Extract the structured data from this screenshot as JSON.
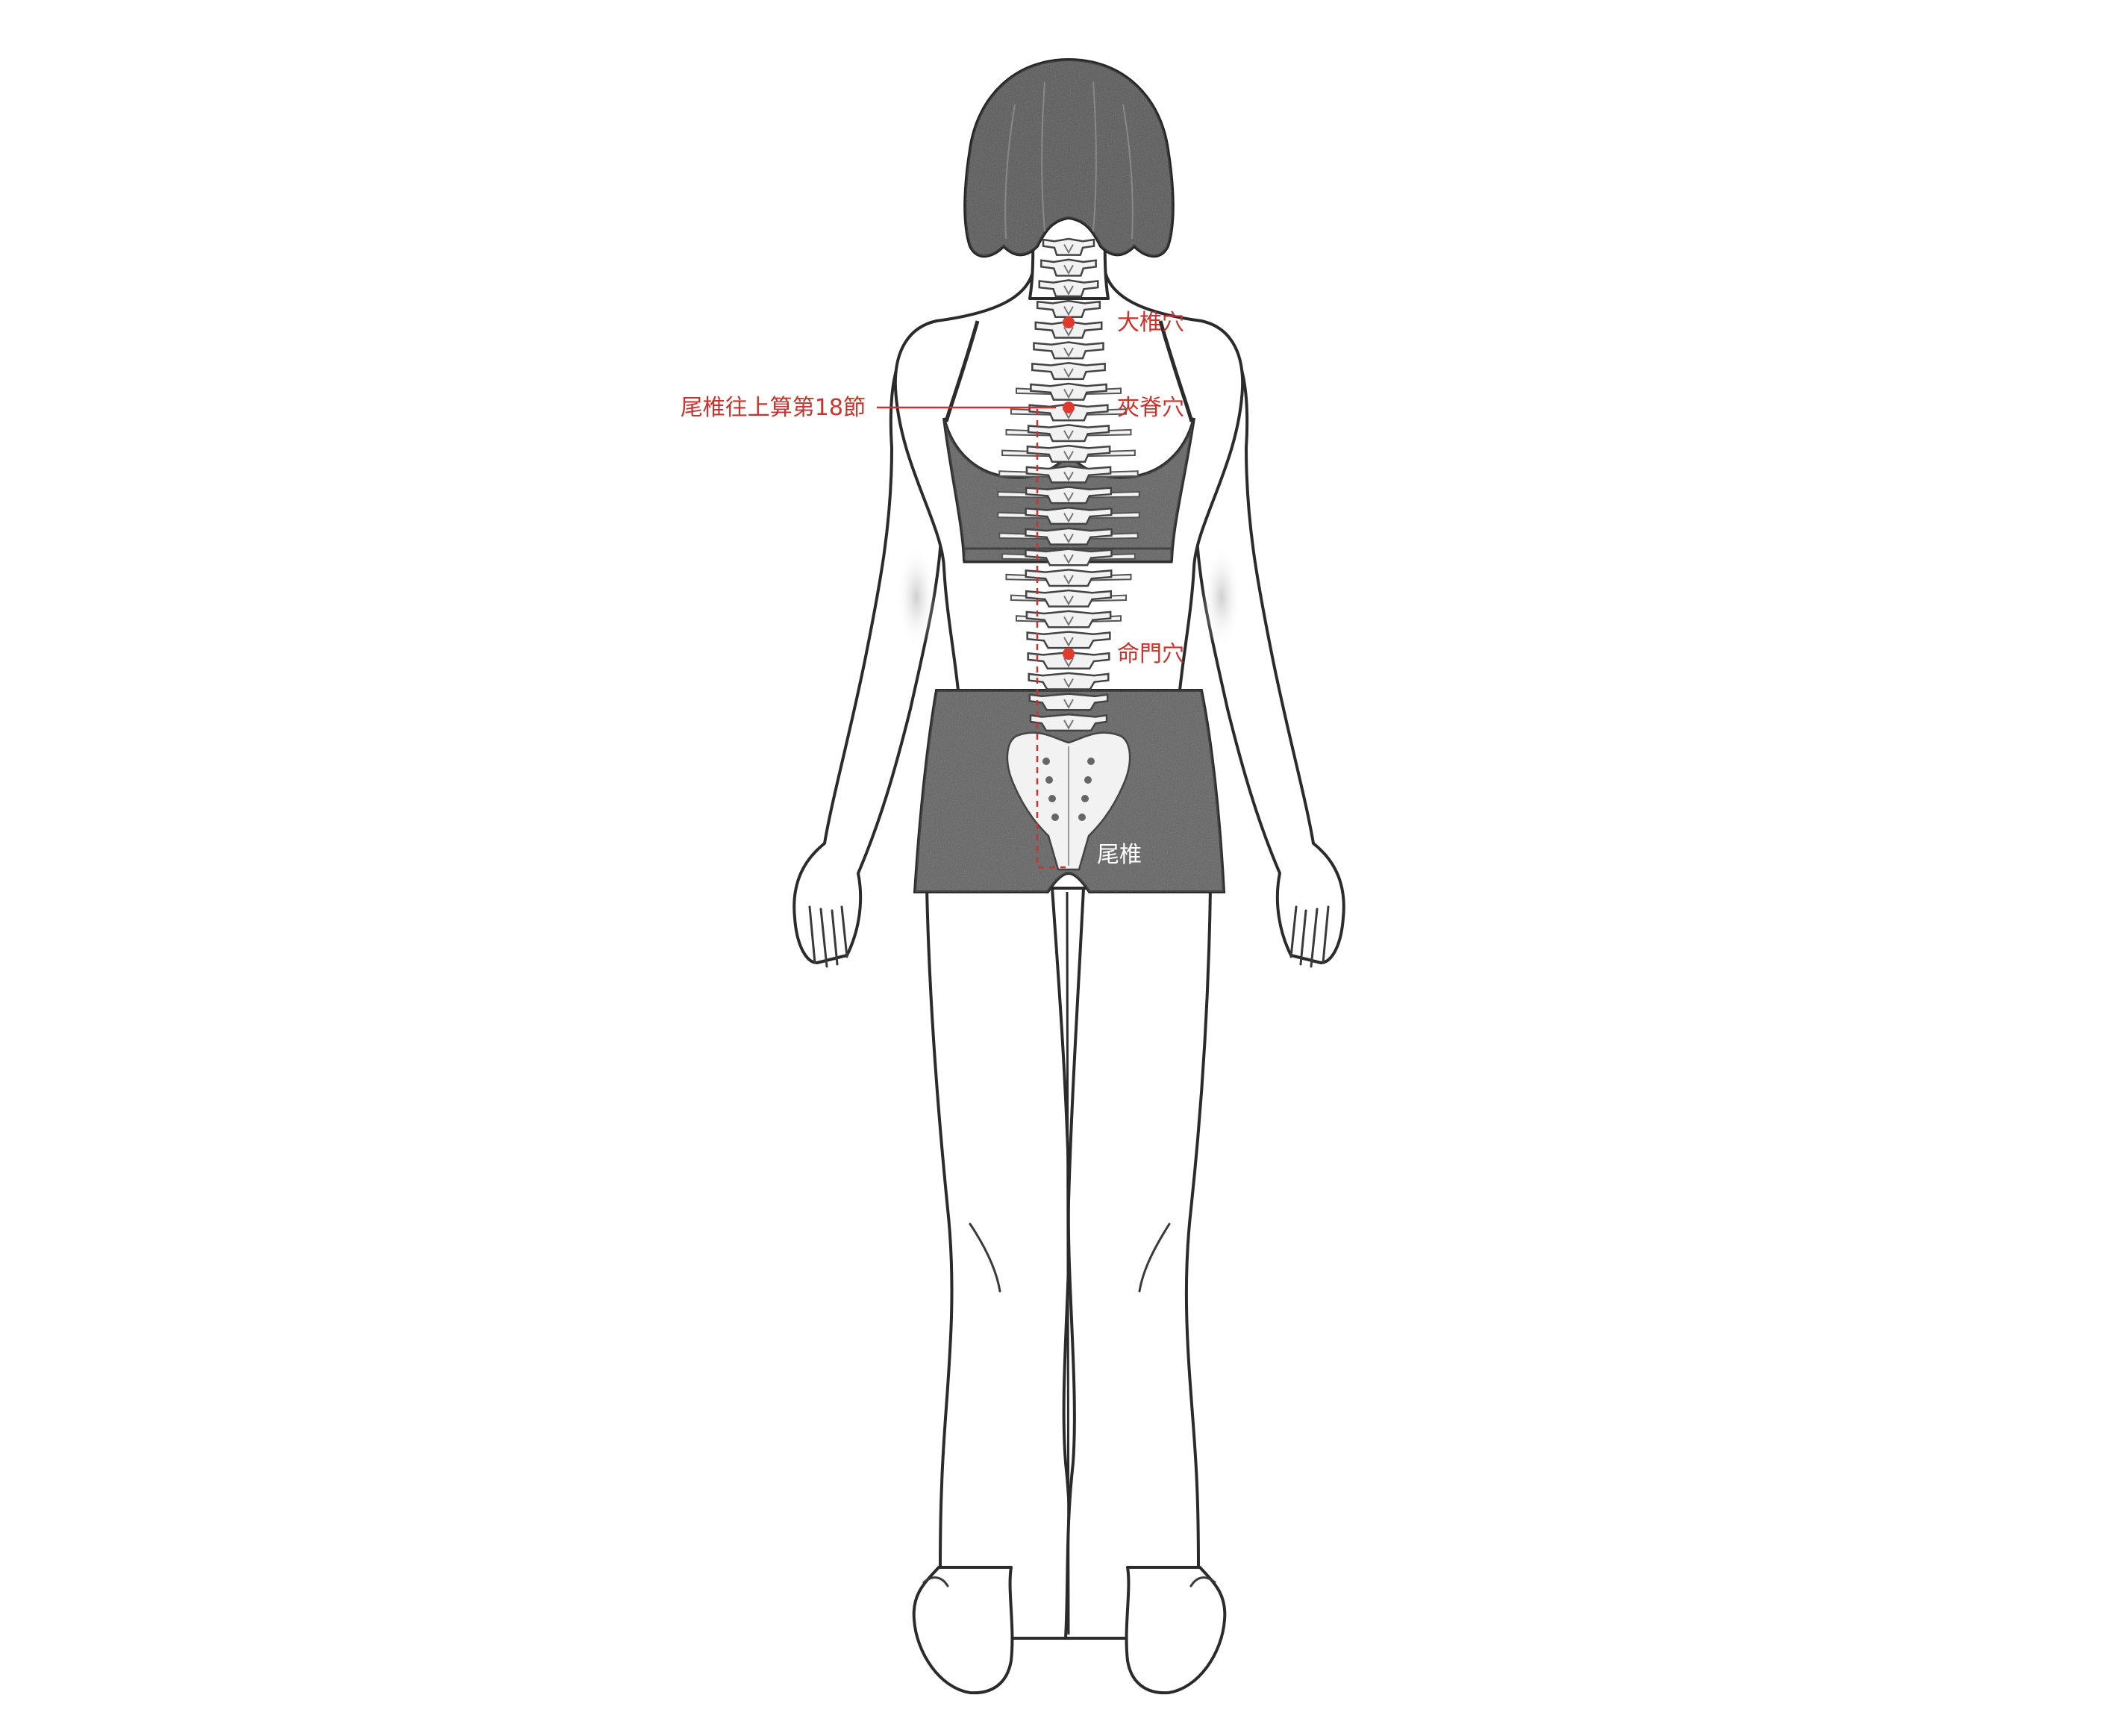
{
  "labels": {
    "dazhui": "大椎穴",
    "jiaji": "夾脊穴",
    "mingmen": "命門穴",
    "coccyx": "尾椎",
    "count_note": "尾椎往上算第18節"
  },
  "colors": {
    "accent_red": "#c8332c",
    "clothing": "#5f5f5f",
    "hair": "#555555",
    "bone": "#f2f2f2",
    "outline": "#2b2b2b"
  },
  "vertebra_count": 24
}
